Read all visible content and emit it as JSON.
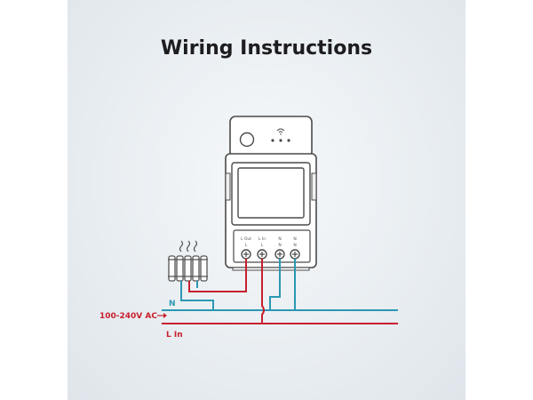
{
  "title": "Wiring Instructions",
  "labels": {
    "neutral": "N",
    "voltage": "100-240V AC",
    "live_in": "L In"
  },
  "terminals": [
    {
      "top": "L Out",
      "bottom": "L"
    },
    {
      "top": "L In",
      "bottom": "L"
    },
    {
      "top": "N",
      "bottom": "N"
    },
    {
      "top": "N",
      "bottom": "N"
    }
  ],
  "colors": {
    "live": "#c8202e",
    "neutral": "#2b97b3",
    "device_outline": "#4a4a4a",
    "heater": "#555555"
  },
  "icons": [
    "heater-icon",
    "wifi-icon",
    "power-button-icon"
  ]
}
